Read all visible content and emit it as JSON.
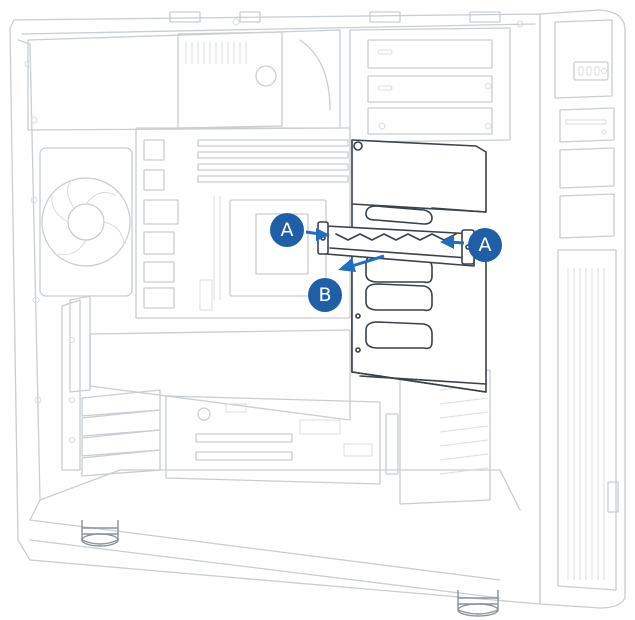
{
  "markers": {
    "a_left": "A",
    "a_right": "A",
    "b": "B"
  },
  "colors": {
    "marker": "#1f5fa8",
    "arrow": "#1f6fc0",
    "line_light": "#c9ced3",
    "line_dark": "#3a4147"
  },
  "icons": {
    "push_left": "arrow-right-icon",
    "push_right": "arrow-left-icon",
    "pull_out": "arrow-down-left-icon"
  }
}
